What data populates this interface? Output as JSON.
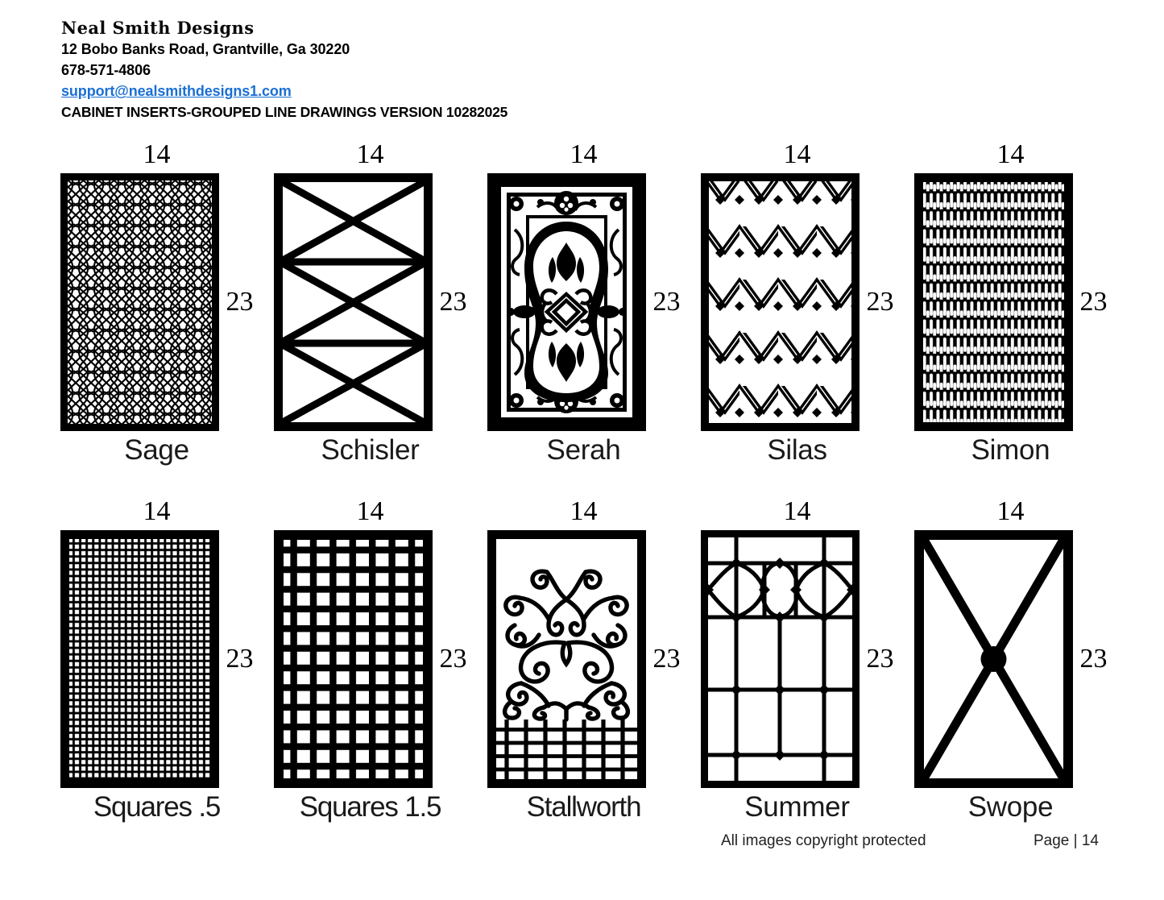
{
  "header": {
    "brand": "Neal Smith Designs",
    "address": "12 Bobo Banks Road, Grantville, Ga 30220",
    "phone": "678-571-4806",
    "email": "support@nealsmithdesigns1.com",
    "email_color": "#1a6fd4",
    "doc_title": "CABINET INSERTS-GROUPED LINE DRAWINGS VERSION 10282025"
  },
  "dimensions": {
    "width_label": "14",
    "height_label": "23"
  },
  "panels": [
    {
      "name": "Sage",
      "pattern": "ogee-lattice",
      "width": "14",
      "height": "23"
    },
    {
      "name": "Schisler",
      "pattern": "triple-x",
      "width": "14",
      "height": "23"
    },
    {
      "name": "Serah",
      "pattern": "ornate-damask",
      "width": "14",
      "height": "23"
    },
    {
      "name": "Silas",
      "pattern": "double-diamond",
      "width": "14",
      "height": "23"
    },
    {
      "name": "Simon",
      "pattern": "vertical-slots",
      "width": "14",
      "height": "23"
    },
    {
      "name": "Squares .5",
      "pattern": "fine-grid",
      "width": "14",
      "height": "23"
    },
    {
      "name": "Squares 1.5",
      "pattern": "coarse-grid",
      "width": "14",
      "height": "23"
    },
    {
      "name": "Stallworth",
      "pattern": "scroll-over-grid",
      "width": "14",
      "height": "23"
    },
    {
      "name": "Summer",
      "pattern": "leaded-glass-oval",
      "width": "14",
      "height": "23"
    },
    {
      "name": "Swope",
      "pattern": "single-x-hub",
      "width": "14",
      "height": "23"
    }
  ],
  "footer": {
    "copyright": "All images copyright protected",
    "page": "Page | 14"
  },
  "colors": {
    "ink": "#000000",
    "paper": "#ffffff",
    "link": "#1a6fd4"
  }
}
